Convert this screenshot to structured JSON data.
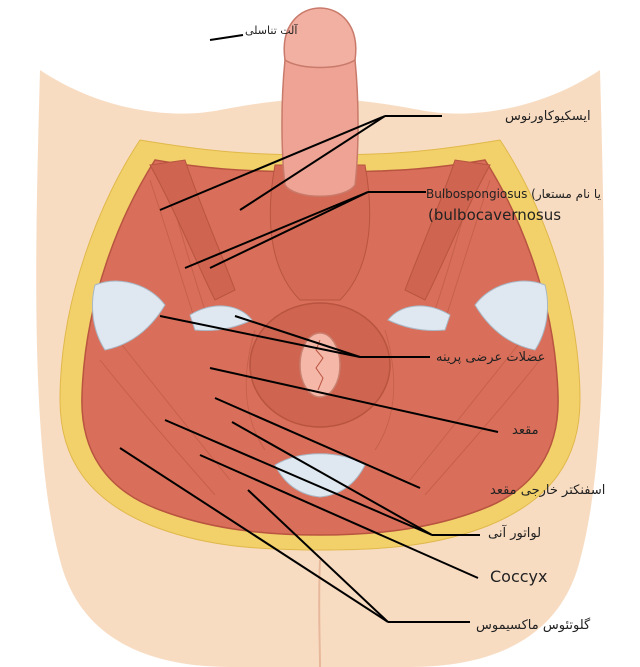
{
  "labels": {
    "penis": "آلت تناسلی",
    "ischiocavernosus": "ایسکیوکاورنوس",
    "bulbospongiosus_line1": "Bulbospongiosus (یا نام مستعار",
    "bulbospongiosus_line2": "(bulbocavernosus",
    "transverse_perineal": "عضلات عرضی پرینه",
    "anus": "مقعد",
    "external_anal_sphincter": "اسفنکتر خارجی مقعد",
    "levator_ani": "لواتور آنی",
    "coccyx": "Coccyx",
    "gluteus_maximus": "گلوتئوس ماکسیموس"
  },
  "colors": {
    "skin": "#f8dcc2",
    "fat": "#f2d16a",
    "muscle": "#d96f5a",
    "muscle_dark": "#b85440",
    "fascia": "#dfe8f0",
    "penis": "#eea394",
    "anus": "#f5b7a8",
    "leader_line": "#000000"
  }
}
